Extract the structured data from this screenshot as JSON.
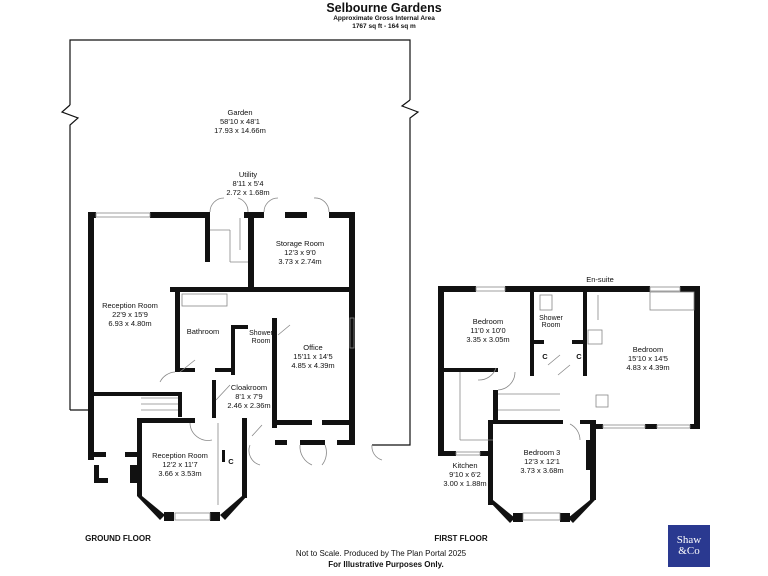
{
  "header": {
    "title": "Selbourne Gardens",
    "subtitle": "Approximate Gross Internal Area",
    "area": "1767 sq ft - 164 sq m"
  },
  "ground_floor": {
    "label": "GROUND FLOOR",
    "rooms": [
      {
        "name": "Garden",
        "imperial": "58'10 x 48'1",
        "metric": "17.93 x 14.66m"
      },
      {
        "name": "Utility",
        "imperial": "8'11 x 5'4",
        "metric": "2.72 x 1.68m"
      },
      {
        "name": "Storage Room",
        "imperial": "12'3 x 9'0",
        "metric": "3.73 x 2.74m"
      },
      {
        "name": "Reception Room",
        "imperial": "22'9 x 15'9",
        "metric": "6.93 x 4.80m"
      },
      {
        "name": "Bathroom"
      },
      {
        "name": "Shower",
        "name2": "Room"
      },
      {
        "name": "Office",
        "imperial": "15'11 x 14'5",
        "metric": "4.85 x 4.39m"
      },
      {
        "name": "Cloakroom",
        "imperial": "8'1 x 7'9",
        "metric": "2.46 x 2.36m"
      },
      {
        "name": "Reception Room",
        "imperial": "12'2 x 11'7",
        "metric": "3.66 x 3.53m"
      }
    ],
    "cupboard": "C"
  },
  "first_floor": {
    "label": "FIRST FLOOR",
    "rooms": [
      {
        "name": "En-suite"
      },
      {
        "name": "Bedroom",
        "imperial": "11'0 x 10'0",
        "metric": "3.35 x 3.05m"
      },
      {
        "name": "Shower",
        "name2": "Room"
      },
      {
        "name": "Bedroom",
        "imperial": "15'10 x 14'5",
        "metric": "4.83 x 4.39m"
      },
      {
        "name": "Bedroom 3",
        "imperial": "12'3 x 12'1",
        "metric": "3.73 x 3.68m"
      },
      {
        "name": "Kitchen",
        "imperial": "9'10 x 6'2",
        "metric": "3.00 x 1.88m"
      }
    ],
    "cupboard": "C"
  },
  "footer": {
    "note": "Not to Scale. Produced by The Plan Portal 2025",
    "disclaimer": "For Illustrative Purposes Only."
  },
  "logo": {
    "line1": "Shaw",
    "line2": "&Co",
    "color": "#2a3990"
  }
}
